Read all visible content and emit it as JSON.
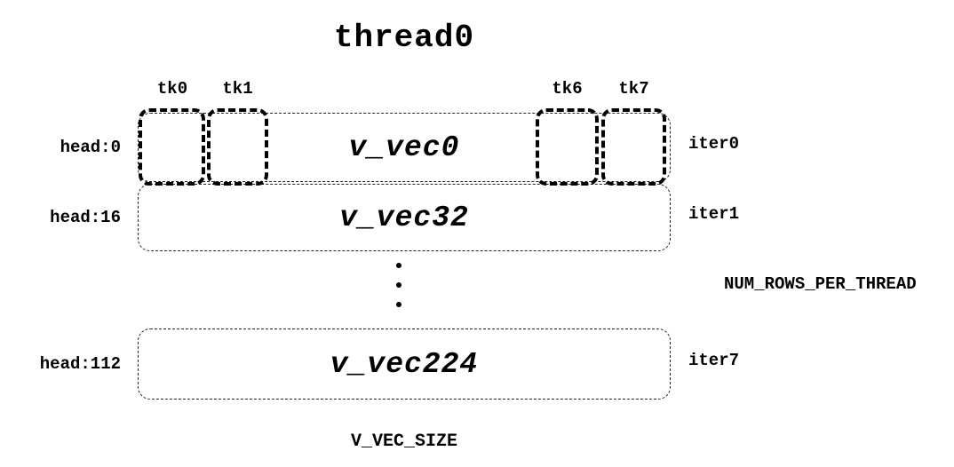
{
  "title": "thread0",
  "tk_labels": [
    {
      "label": "tk0"
    },
    {
      "label": "tk1"
    },
    {
      "label": "tk6"
    },
    {
      "label": "tk7"
    }
  ],
  "rows": [
    {
      "head": "head:0",
      "vec": "v_vec0",
      "iter": "iter0"
    },
    {
      "head": "head:16",
      "vec": "v_vec32",
      "iter": "iter1"
    },
    {
      "head": "head:112",
      "vec": "v_vec224",
      "iter": "iter7"
    }
  ],
  "ellipsis": "⋮",
  "annotations": {
    "num_rows_per_thread": "NUM_ROWS_PER_THREAD",
    "v_vec_size": "V_VEC_SIZE"
  }
}
